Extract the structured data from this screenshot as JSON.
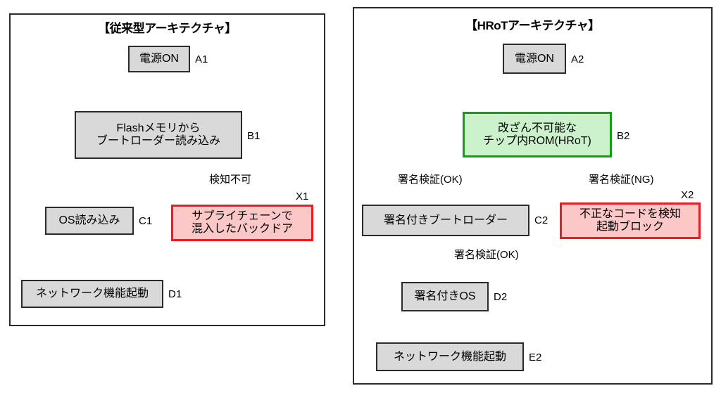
{
  "diagram": {
    "kind": "flowchart-comparison",
    "panels": [
      {
        "id": "left",
        "title": "【従来型アーキテクチャ】",
        "nodes": [
          {
            "id": "A1",
            "tag": "A1",
            "label": "電源ON",
            "style": "gray"
          },
          {
            "id": "B1",
            "tag": "B1",
            "label": "Flashメモリから\nブートローダー読み込み",
            "style": "gray"
          },
          {
            "id": "C1",
            "tag": "C1",
            "label": "OS読み込み",
            "style": "gray"
          },
          {
            "id": "D1",
            "tag": "D1",
            "label": "ネットワーク機能起動",
            "style": "gray"
          },
          {
            "id": "X1",
            "tag": "X1",
            "label": "サプライチェーンで\n混入したバックドア",
            "style": "red"
          }
        ],
        "edges": [
          {
            "from": "A1",
            "to": "B1",
            "label": "",
            "dashed": false
          },
          {
            "from": "B1",
            "to": "C1",
            "label": "",
            "dashed": false
          },
          {
            "from": "B1",
            "to": "X1",
            "label": "検知不可",
            "dashed": true
          },
          {
            "from": "C1",
            "to": "D1",
            "label": "",
            "dashed": false
          }
        ]
      },
      {
        "id": "right",
        "title": "【HRoTアーキテクチャ】",
        "nodes": [
          {
            "id": "A2",
            "tag": "A2",
            "label": "電源ON",
            "style": "gray"
          },
          {
            "id": "B2",
            "tag": "B2",
            "label": "改ざん不可能な\nチップ内ROM(HRoT)",
            "style": "green"
          },
          {
            "id": "C2",
            "tag": "C2",
            "label": "署名付きブートローダー",
            "style": "gray"
          },
          {
            "id": "D2",
            "tag": "D2",
            "label": "署名付きOS",
            "style": "gray"
          },
          {
            "id": "E2",
            "tag": "E2",
            "label": "ネットワーク機能起動",
            "style": "gray"
          },
          {
            "id": "X2",
            "tag": "X2",
            "label": "不正なコードを検知\n起動ブロック",
            "style": "red"
          }
        ],
        "edges": [
          {
            "from": "A2",
            "to": "B2",
            "label": "",
            "dashed": false
          },
          {
            "from": "B2",
            "to": "C2",
            "label": "署名検証(OK)",
            "dashed": false
          },
          {
            "from": "B2",
            "to": "X2",
            "label": "署名検証(NG)",
            "dashed": true
          },
          {
            "from": "C2",
            "to": "D2",
            "label": "署名検証(OK)",
            "dashed": false
          },
          {
            "from": "D2",
            "to": "E2",
            "label": "",
            "dashed": false
          }
        ]
      }
    ]
  },
  "colors": {
    "frame_border": "#2b2b2b",
    "node_gray_fill": "#d9d9d9",
    "node_gray_border": "#2b2b2b",
    "node_green_fill": "#ccf2cc",
    "node_green_border": "#12a012",
    "node_red_fill": "#fbc7c7",
    "node_red_border": "#ed1c24",
    "arrow": "#111111",
    "background": "#ffffff"
  }
}
